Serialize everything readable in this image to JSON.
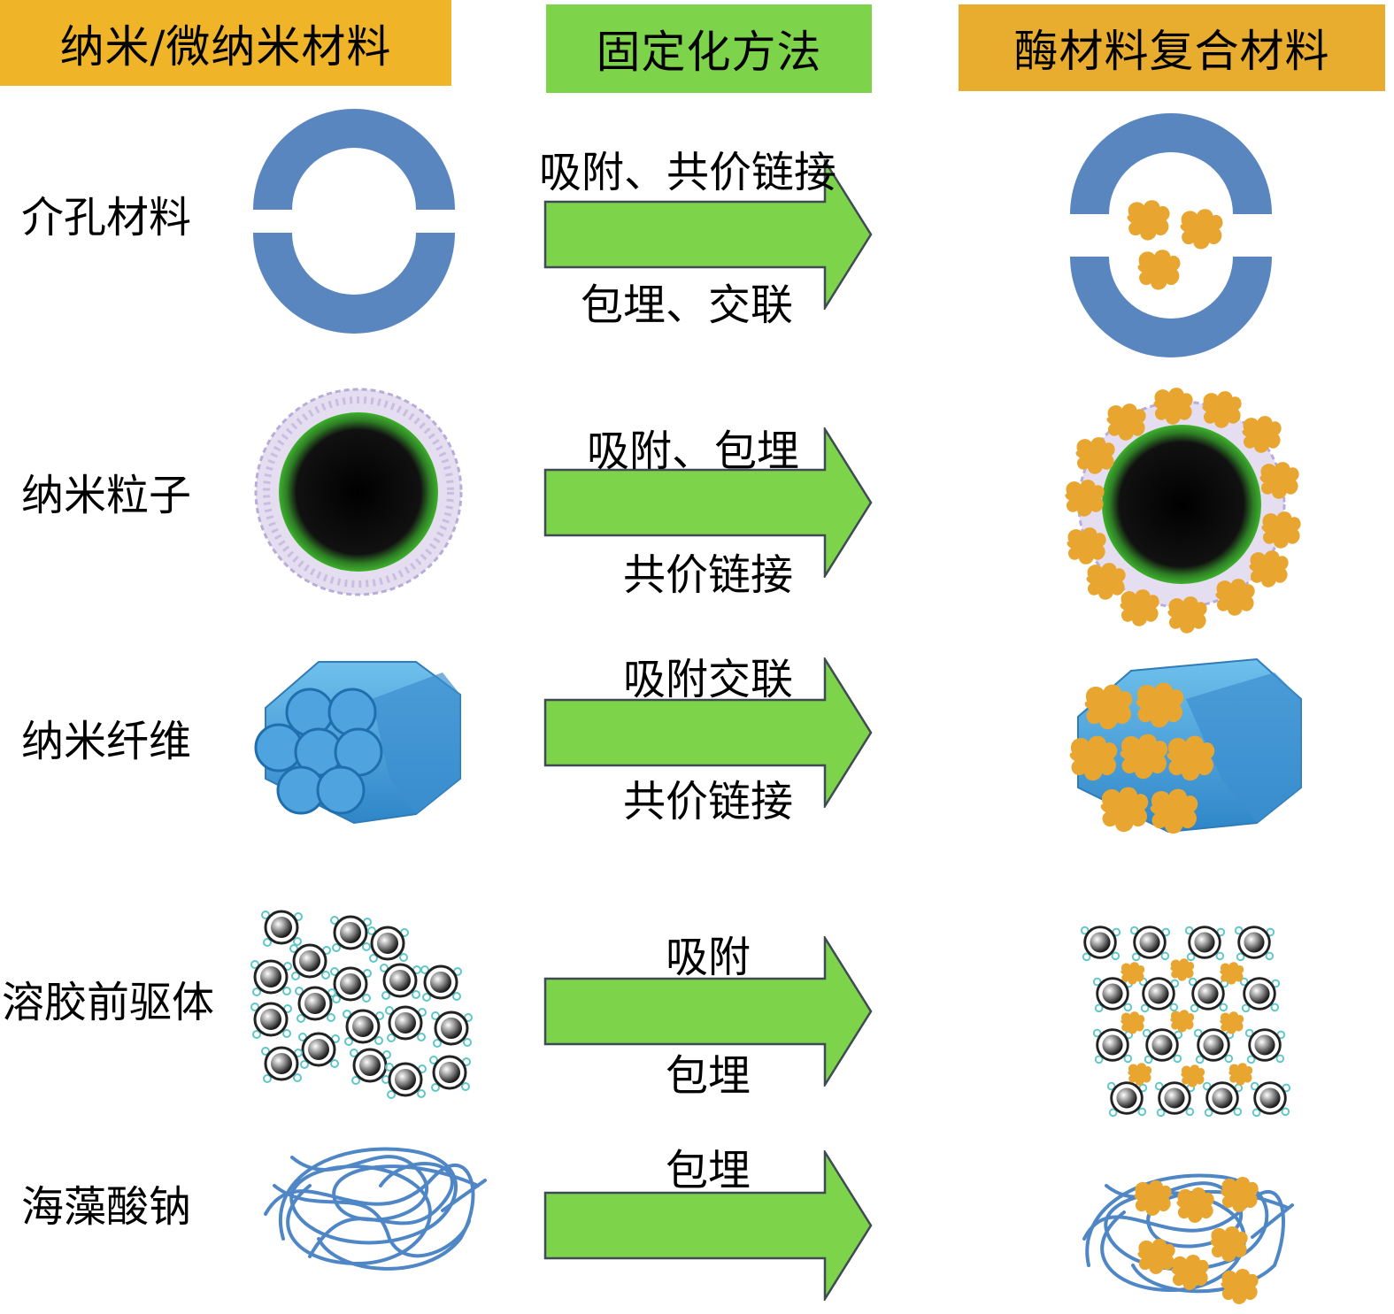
{
  "headers": {
    "materials": "纳米/微纳米材料",
    "methods": "固定化方法",
    "composites": "酶材料复合材料"
  },
  "rows": [
    {
      "material": "介孔材料",
      "method_top": "吸附、共价链接",
      "method_bottom": "包埋、交联"
    },
    {
      "material": "纳米粒子",
      "method_top": "吸附、包埋",
      "method_bottom": "共价链接"
    },
    {
      "material": "纳米纤维",
      "method_top": "吸附交联",
      "method_bottom": "共价链接"
    },
    {
      "material": "溶胶前驱体",
      "method_top": "吸附",
      "method_bottom": "包埋"
    },
    {
      "material": "海藻酸钠",
      "method_top": "包埋",
      "method_bottom": ""
    }
  ],
  "colors": {
    "header_materials": "#F0B428",
    "header_methods": "#7DD34A",
    "header_composites": "#E8AC2E",
    "arrow_fill": "#7DD34A",
    "arrow_stroke": "#3F4A55",
    "blue": "#5A86C0",
    "enzyme": "#E8A630",
    "green_shell": "#3DB02C"
  }
}
